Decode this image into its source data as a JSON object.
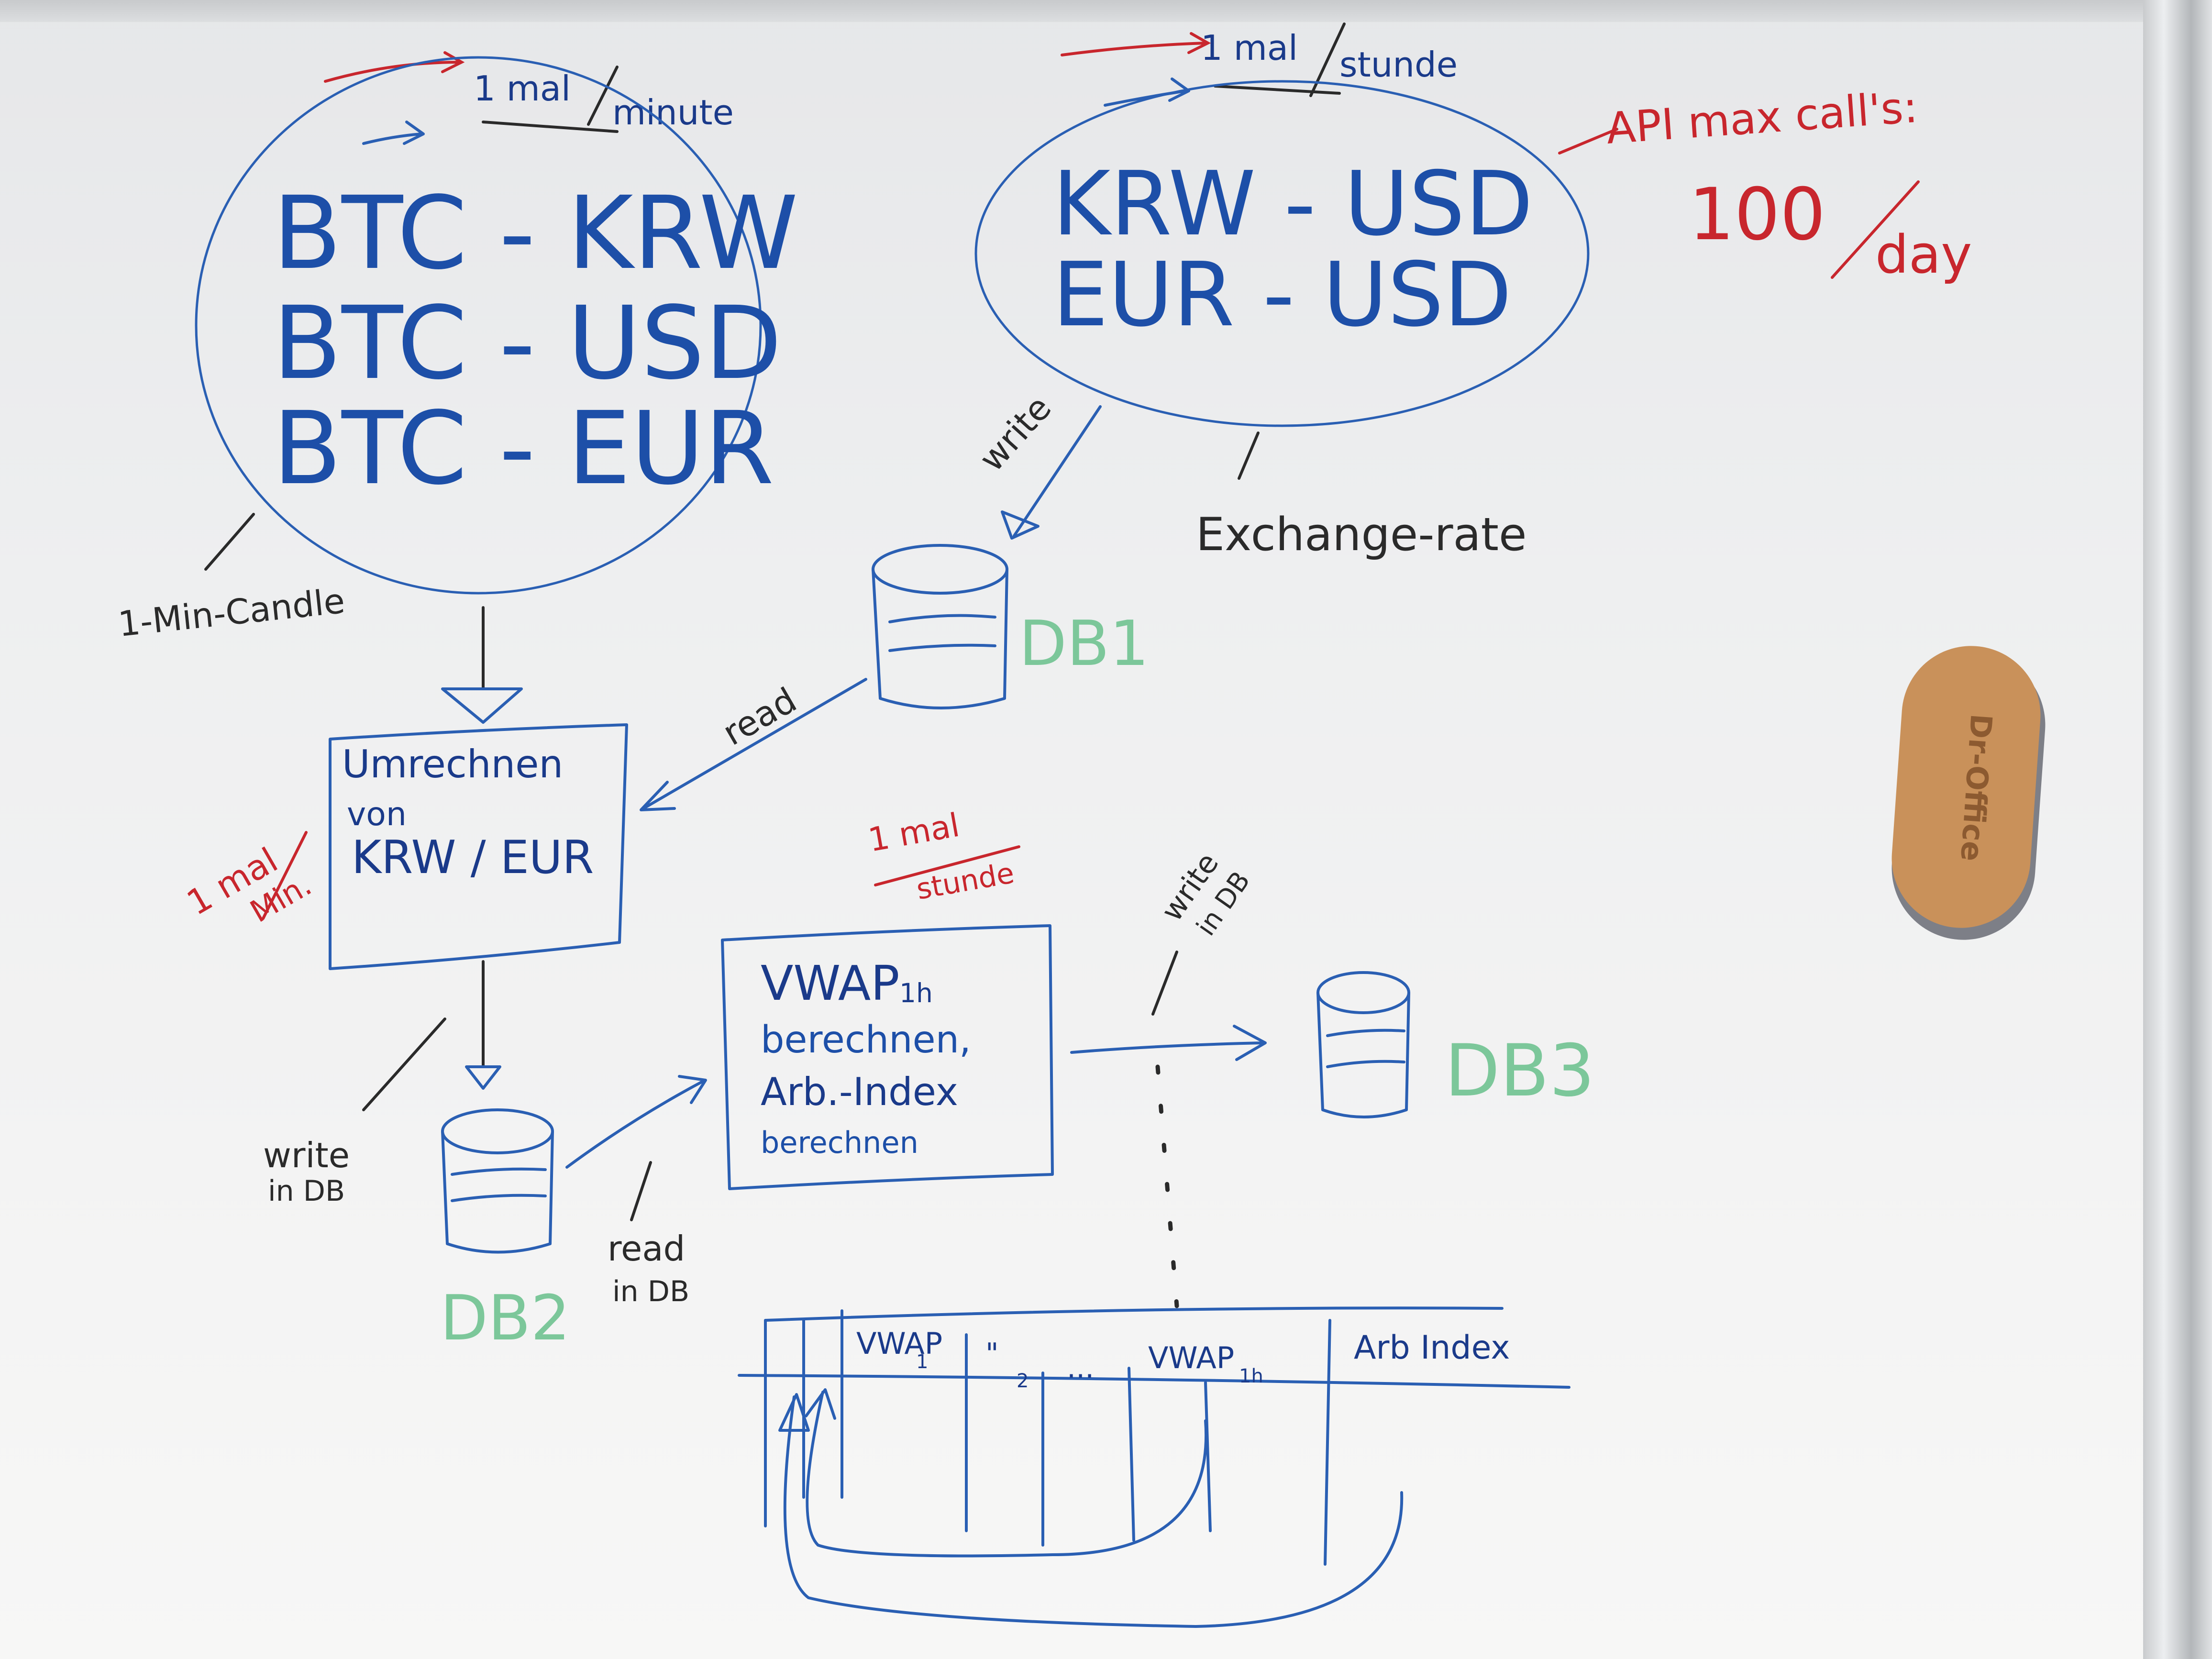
{
  "colors": {
    "marker_blue": "#1d4fa8",
    "marker_black": "#2a2a2a",
    "marker_red": "#c8262d",
    "marker_green": "#7cc79a",
    "board": "#f1f1f1"
  },
  "top_left_cluster": {
    "frequency_top": "1 mal",
    "frequency_bottom": "minute",
    "pairs": [
      "BTC - KRW",
      "BTC - USD",
      "BTC - EUR"
    ],
    "label": "1-Min-Candle"
  },
  "top_right_cluster": {
    "frequency_top": "1 mal",
    "frequency_bottom": "stunde",
    "pairs": [
      "KRW - USD",
      "EUR - USD"
    ],
    "label": "Exchange-rate"
  },
  "api_note": {
    "line1": "API max call's:",
    "value": "100",
    "unit": "day"
  },
  "db1": {
    "name": "DB1",
    "write_label": "write",
    "read_label": "read"
  },
  "convert_box": {
    "line1": "Umrechnen",
    "line2": "von",
    "line3": "KRW / EUR",
    "freq_top": "1 mal",
    "freq_bottom": "Min."
  },
  "db2": {
    "name": "DB2",
    "write_label_1": "write",
    "write_label_2": "in DB",
    "read_label_1": "read",
    "read_label_2": "in DB"
  },
  "vwap_box": {
    "line1": "VWAP",
    "line1_sub": "1h",
    "line2": "berechnen,",
    "line3": "Arb.-Index",
    "line4": "berechnen",
    "freq_top": "1 mal",
    "freq_bottom": "stunde"
  },
  "db3": {
    "name": "DB3",
    "write_label_1": "write",
    "write_label_2": "in DB"
  },
  "table": {
    "col1": "VWAP",
    "col1_sub": "1",
    "col2": "\"",
    "col2_sub": "2",
    "col3": "...",
    "col4": "VWAP",
    "col4_sub": "1h",
    "col5": "Arb Index"
  },
  "eraser": {
    "brand": "Dr-Office"
  }
}
